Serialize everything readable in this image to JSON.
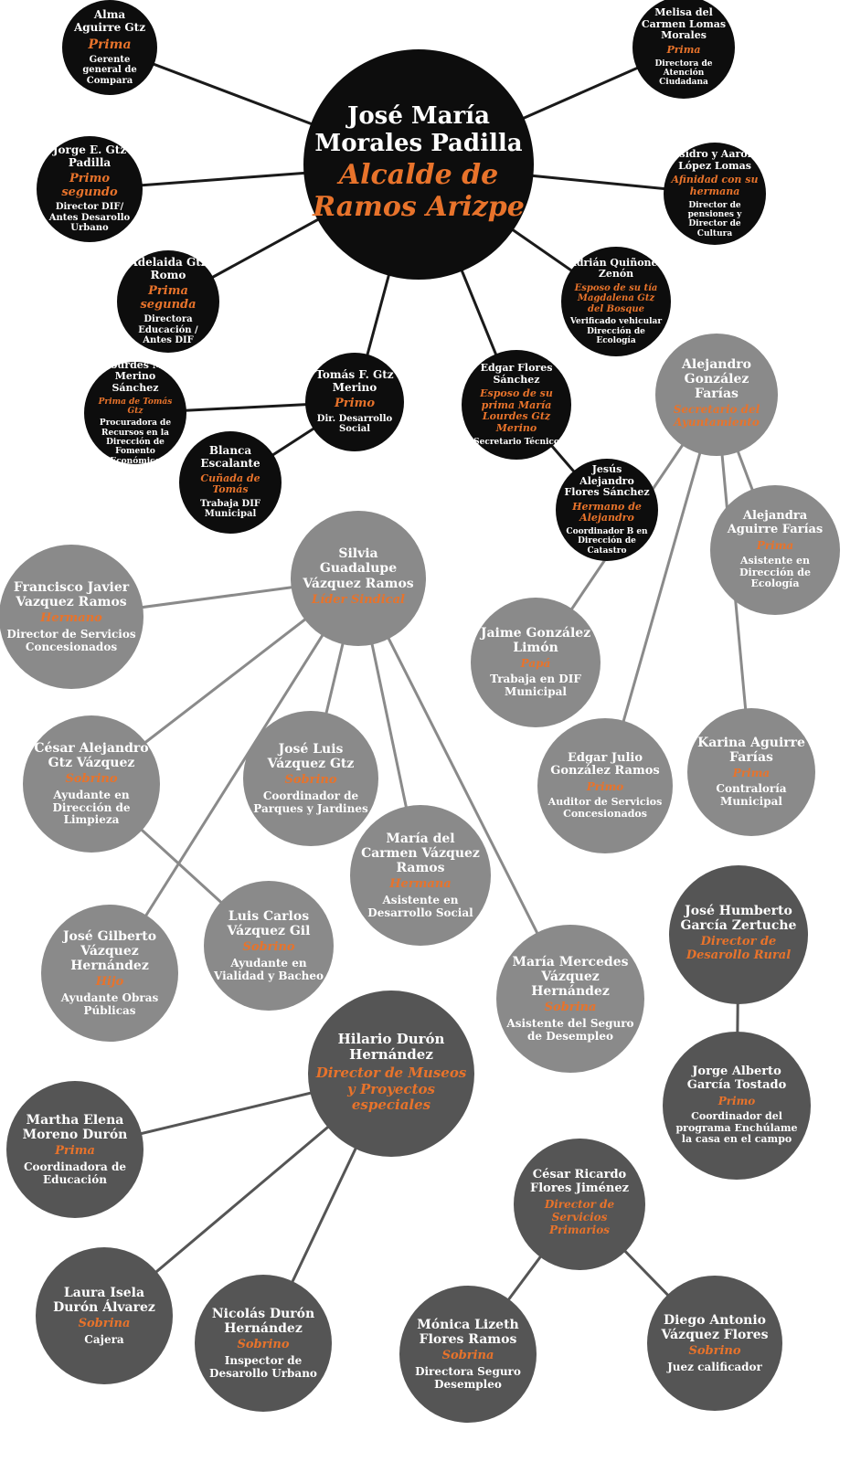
{
  "colors": {
    "black_group": "#0d0d0d",
    "gray_group": "#8a8a8a",
    "dark_group": "#555555",
    "relation": "#e8732b",
    "text": "#ffffff"
  },
  "nodes": [
    {
      "id": "jmm",
      "name": "José María Morales Padilla",
      "rel": "Alcalde de Ramos Arizpe",
      "pos": "",
      "tone": "black"
    },
    {
      "id": "alma",
      "name": "Alma Aguirre Gtz",
      "rel": "Prima",
      "pos": "Gerente general de Compara",
      "tone": "black"
    },
    {
      "id": "melisa",
      "name": "Melisa del Carmen Lomas Morales",
      "rel": "Prima",
      "pos": "Directora de Atención Ciudadana",
      "tone": "black"
    },
    {
      "id": "jorgee",
      "name": "Jorge E. Gtz Padilla",
      "rel": "Primo segundo",
      "pos": "Director DIF/ Antes Desarollo Urbano",
      "tone": "black"
    },
    {
      "id": "isidro",
      "name": "Isidro y Aarón López Lomas",
      "rel": "Afinidad con su hermana",
      "pos": "Director de pensiones y Director de Cultura",
      "tone": "black"
    },
    {
      "id": "adelaida",
      "name": "Adelaida Gtz Romo",
      "rel": "Prima segunda",
      "pos": "Directora Educación / Antes DIF",
      "tone": "black"
    },
    {
      "id": "adrian",
      "name": "Adrián Quiñones Zenón",
      "rel": "Esposo de su tía Magdalena Gtz del Bosque",
      "pos": "Verificado vehicular Dirección de Ecología",
      "tone": "black"
    },
    {
      "id": "lourdes",
      "name": "Lourdes M. Merino Sánchez",
      "rel": "Prima de Tomás Gtz",
      "pos": "Procuradora de Recursos en la Dirección de Fomento Económico",
      "tone": "black"
    },
    {
      "id": "tomas",
      "name": "Tomás F. Gtz Merino",
      "rel": "Primo",
      "pos": "Dir. Desarrollo Social",
      "tone": "black"
    },
    {
      "id": "edgarf",
      "name": "Edgar Flores Sánchez",
      "rel": "Esposo de su prima María Lourdes Gtz Merino",
      "pos": "Secretario Técnico",
      "tone": "black"
    },
    {
      "id": "blanca",
      "name": "Blanca Escalante",
      "rel": "Cuñada de Tomás",
      "pos": "Trabaja DIF Municipal",
      "tone": "black"
    },
    {
      "id": "jesus",
      "name": "Jesús Alejandro Flores Sánchez",
      "rel": "Hermano de Alejandro",
      "pos": "Coordinador B en Dirección de Catastro",
      "tone": "black"
    },
    {
      "id": "alejandro",
      "name": "Alejandro González Farías",
      "rel": "Secretario del Ayuntamiento",
      "pos": "",
      "tone": "gray"
    },
    {
      "id": "alejandra",
      "name": "Alejandra Aguirre Farías",
      "rel": "Prima",
      "pos": "Asistente en Dirección de Ecología",
      "tone": "gray"
    },
    {
      "id": "jaime",
      "name": "Jaime González Limón",
      "rel": "Papá",
      "pos": "Trabaja en DIF Municipal",
      "tone": "gray"
    },
    {
      "id": "edgarj",
      "name": "Edgar Julio González Ramos",
      "rel": "Primo",
      "pos": "Auditor de Servicios Concesionados",
      "tone": "gray"
    },
    {
      "id": "karina",
      "name": "Karina Aguirre Farías",
      "rel": "Prima",
      "pos": "Contraloría Municipal",
      "tone": "gray"
    },
    {
      "id": "silvia",
      "name": "Silvia Guadalupe Vázquez Ramos",
      "rel": "Líder Sindical",
      "pos": "",
      "tone": "gray"
    },
    {
      "id": "francisco",
      "name": "Francisco Javier Vazquez Ramos",
      "rel": "Hermano",
      "pos": "Director de Servicios Concesionados",
      "tone": "gray"
    },
    {
      "id": "cesara",
      "name": "César Alejandro Gtz Vázquez",
      "rel": "Sobrino",
      "pos": "Ayudante en Dirección de Limpieza",
      "tone": "gray"
    },
    {
      "id": "joseluis",
      "name": "José Luis Vázquez Gtz",
      "rel": "Sobrino",
      "pos": "Coordinador de Parques y Jardines",
      "tone": "gray"
    },
    {
      "id": "mariac",
      "name": "María del Carmen Vázquez Ramos",
      "rel": "Hermana",
      "pos": "Asistente en Desarrollo Social",
      "tone": "gray"
    },
    {
      "id": "luisc",
      "name": "Luis Carlos Vázquez Gil",
      "rel": "Sobrino",
      "pos": "Ayudante en Vialidad y Bacheo",
      "tone": "gray"
    },
    {
      "id": "gilberto",
      "name": "José Gilberto Vázquez Hernández",
      "rel": "Hijo",
      "pos": "Ayudante Obras Públicas",
      "tone": "gray"
    },
    {
      "id": "mercedes",
      "name": "María Mercedes Vázquez Hernández",
      "rel": "Sobrina",
      "pos": "Asistente del Seguro de Desempleo",
      "tone": "gray"
    },
    {
      "id": "humberto",
      "name": "José Humberto García Zertuche",
      "rel": "Director de Desarollo Rural",
      "pos": "",
      "tone": "dark"
    },
    {
      "id": "jorgea",
      "name": "Jorge Alberto García Tostado",
      "rel": "Primo",
      "pos": "Coordinador del programa Enchúlame la casa en el campo",
      "tone": "dark"
    },
    {
      "id": "hilario",
      "name": "Hilario Durón Hernández",
      "rel": "Director de Museos y Proyectos especiales",
      "pos": "",
      "tone": "dark"
    },
    {
      "id": "martha",
      "name": "Martha Elena Moreno Durón",
      "rel": "Prima",
      "pos": "Coordinadora de Educación",
      "tone": "dark"
    },
    {
      "id": "laura",
      "name": "Laura Isela Durón Álvarez",
      "rel": "Sobrina",
      "pos": "Cajera",
      "tone": "dark"
    },
    {
      "id": "nicolas",
      "name": "Nicolás Durón Hernández",
      "rel": "Sobrino",
      "pos": "Inspector de Desarollo Urbano",
      "tone": "dark"
    },
    {
      "id": "cesarr",
      "name": "César Ricardo Flores Jiménez",
      "rel": "Director de Servicios Primarios",
      "pos": "",
      "tone": "dark"
    },
    {
      "id": "monica",
      "name": "Mónica Lizeth Flores Ramos",
      "rel": "Sobrina",
      "pos": "Directora Seguro Desempleo",
      "tone": "dark"
    },
    {
      "id": "diego",
      "name": "Diego Antonio Vázquez Flores",
      "rel": "Sobrino",
      "pos": "Juez calificador",
      "tone": "dark"
    }
  ],
  "links": [
    [
      "jmm",
      "alma"
    ],
    [
      "jmm",
      "melisa"
    ],
    [
      "jmm",
      "jorgee"
    ],
    [
      "jmm",
      "isidro"
    ],
    [
      "jmm",
      "adelaida"
    ],
    [
      "jmm",
      "adrian"
    ],
    [
      "jmm",
      "tomas"
    ],
    [
      "jmm",
      "edgarf"
    ],
    [
      "tomas",
      "lourdes"
    ],
    [
      "tomas",
      "blanca"
    ],
    [
      "edgarf",
      "jesus"
    ],
    [
      "alejandro",
      "alejandra"
    ],
    [
      "alejandro",
      "jaime"
    ],
    [
      "alejandro",
      "edgarj"
    ],
    [
      "alejandro",
      "karina"
    ],
    [
      "silvia",
      "francisco"
    ],
    [
      "silvia",
      "cesara"
    ],
    [
      "silvia",
      "joseluis"
    ],
    [
      "silvia",
      "mariac"
    ],
    [
      "silvia",
      "gilberto"
    ],
    [
      "silvia",
      "mercedes"
    ],
    [
      "cesara",
      "luisc"
    ],
    [
      "humberto",
      "jorgea"
    ],
    [
      "hilario",
      "martha"
    ],
    [
      "hilario",
      "laura"
    ],
    [
      "hilario",
      "nicolas"
    ],
    [
      "cesarr",
      "monica"
    ],
    [
      "cesarr",
      "diego"
    ]
  ]
}
